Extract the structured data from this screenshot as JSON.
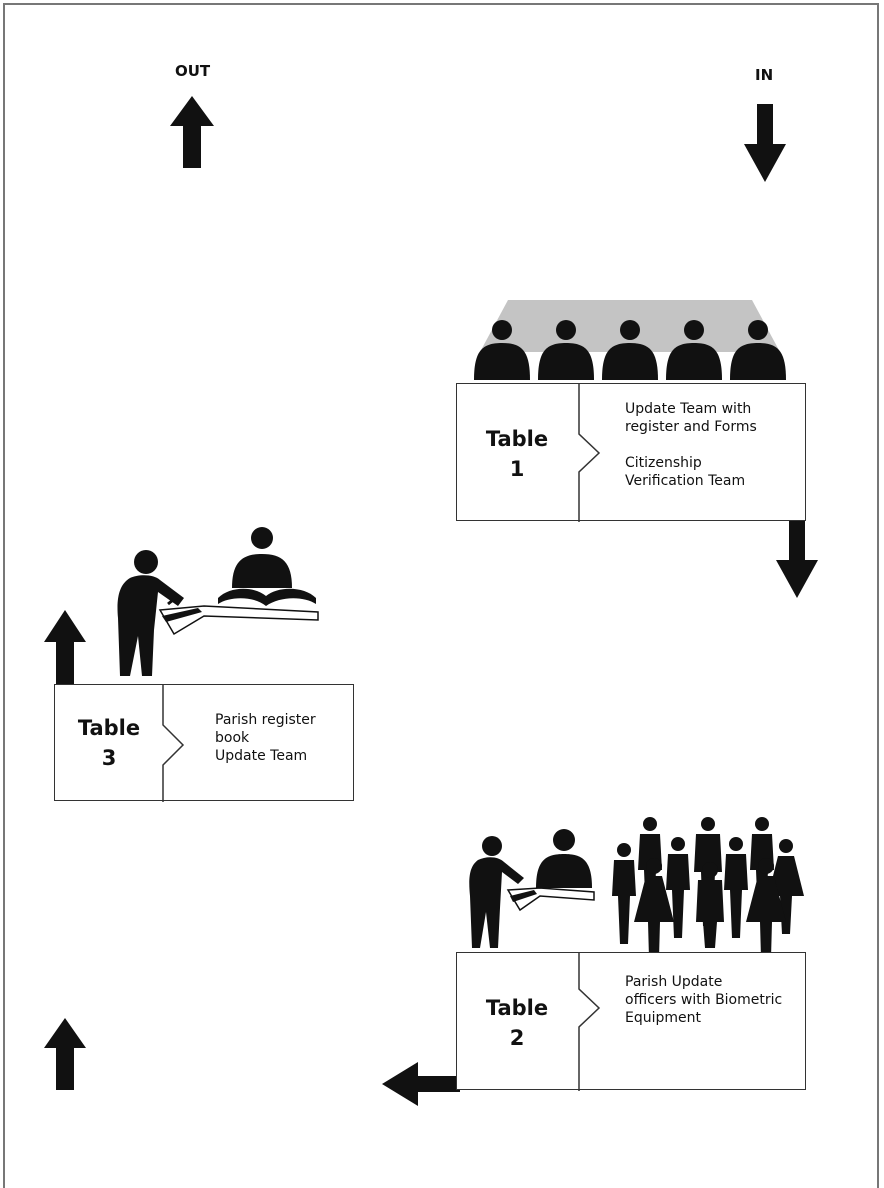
{
  "directions": {
    "out": "OUT",
    "in": "IN"
  },
  "tables": [
    {
      "title_word": "Table",
      "title_number": "1",
      "lines": [
        "Update Team with",
        "register and Forms",
        "",
        "Citizenship",
        "Verification Team"
      ]
    },
    {
      "title_word": "Table",
      "title_number": "2",
      "lines": [
        "Parish Update",
        "officers with Biometric",
        "Equipment"
      ]
    },
    {
      "title_word": "Table",
      "title_number": "3",
      "lines": [
        "Parish register",
        "book",
        "Update Team"
      ]
    }
  ],
  "colors": {
    "ink": "#111111",
    "shade": "#c4c4c4",
    "border": "#777777"
  }
}
